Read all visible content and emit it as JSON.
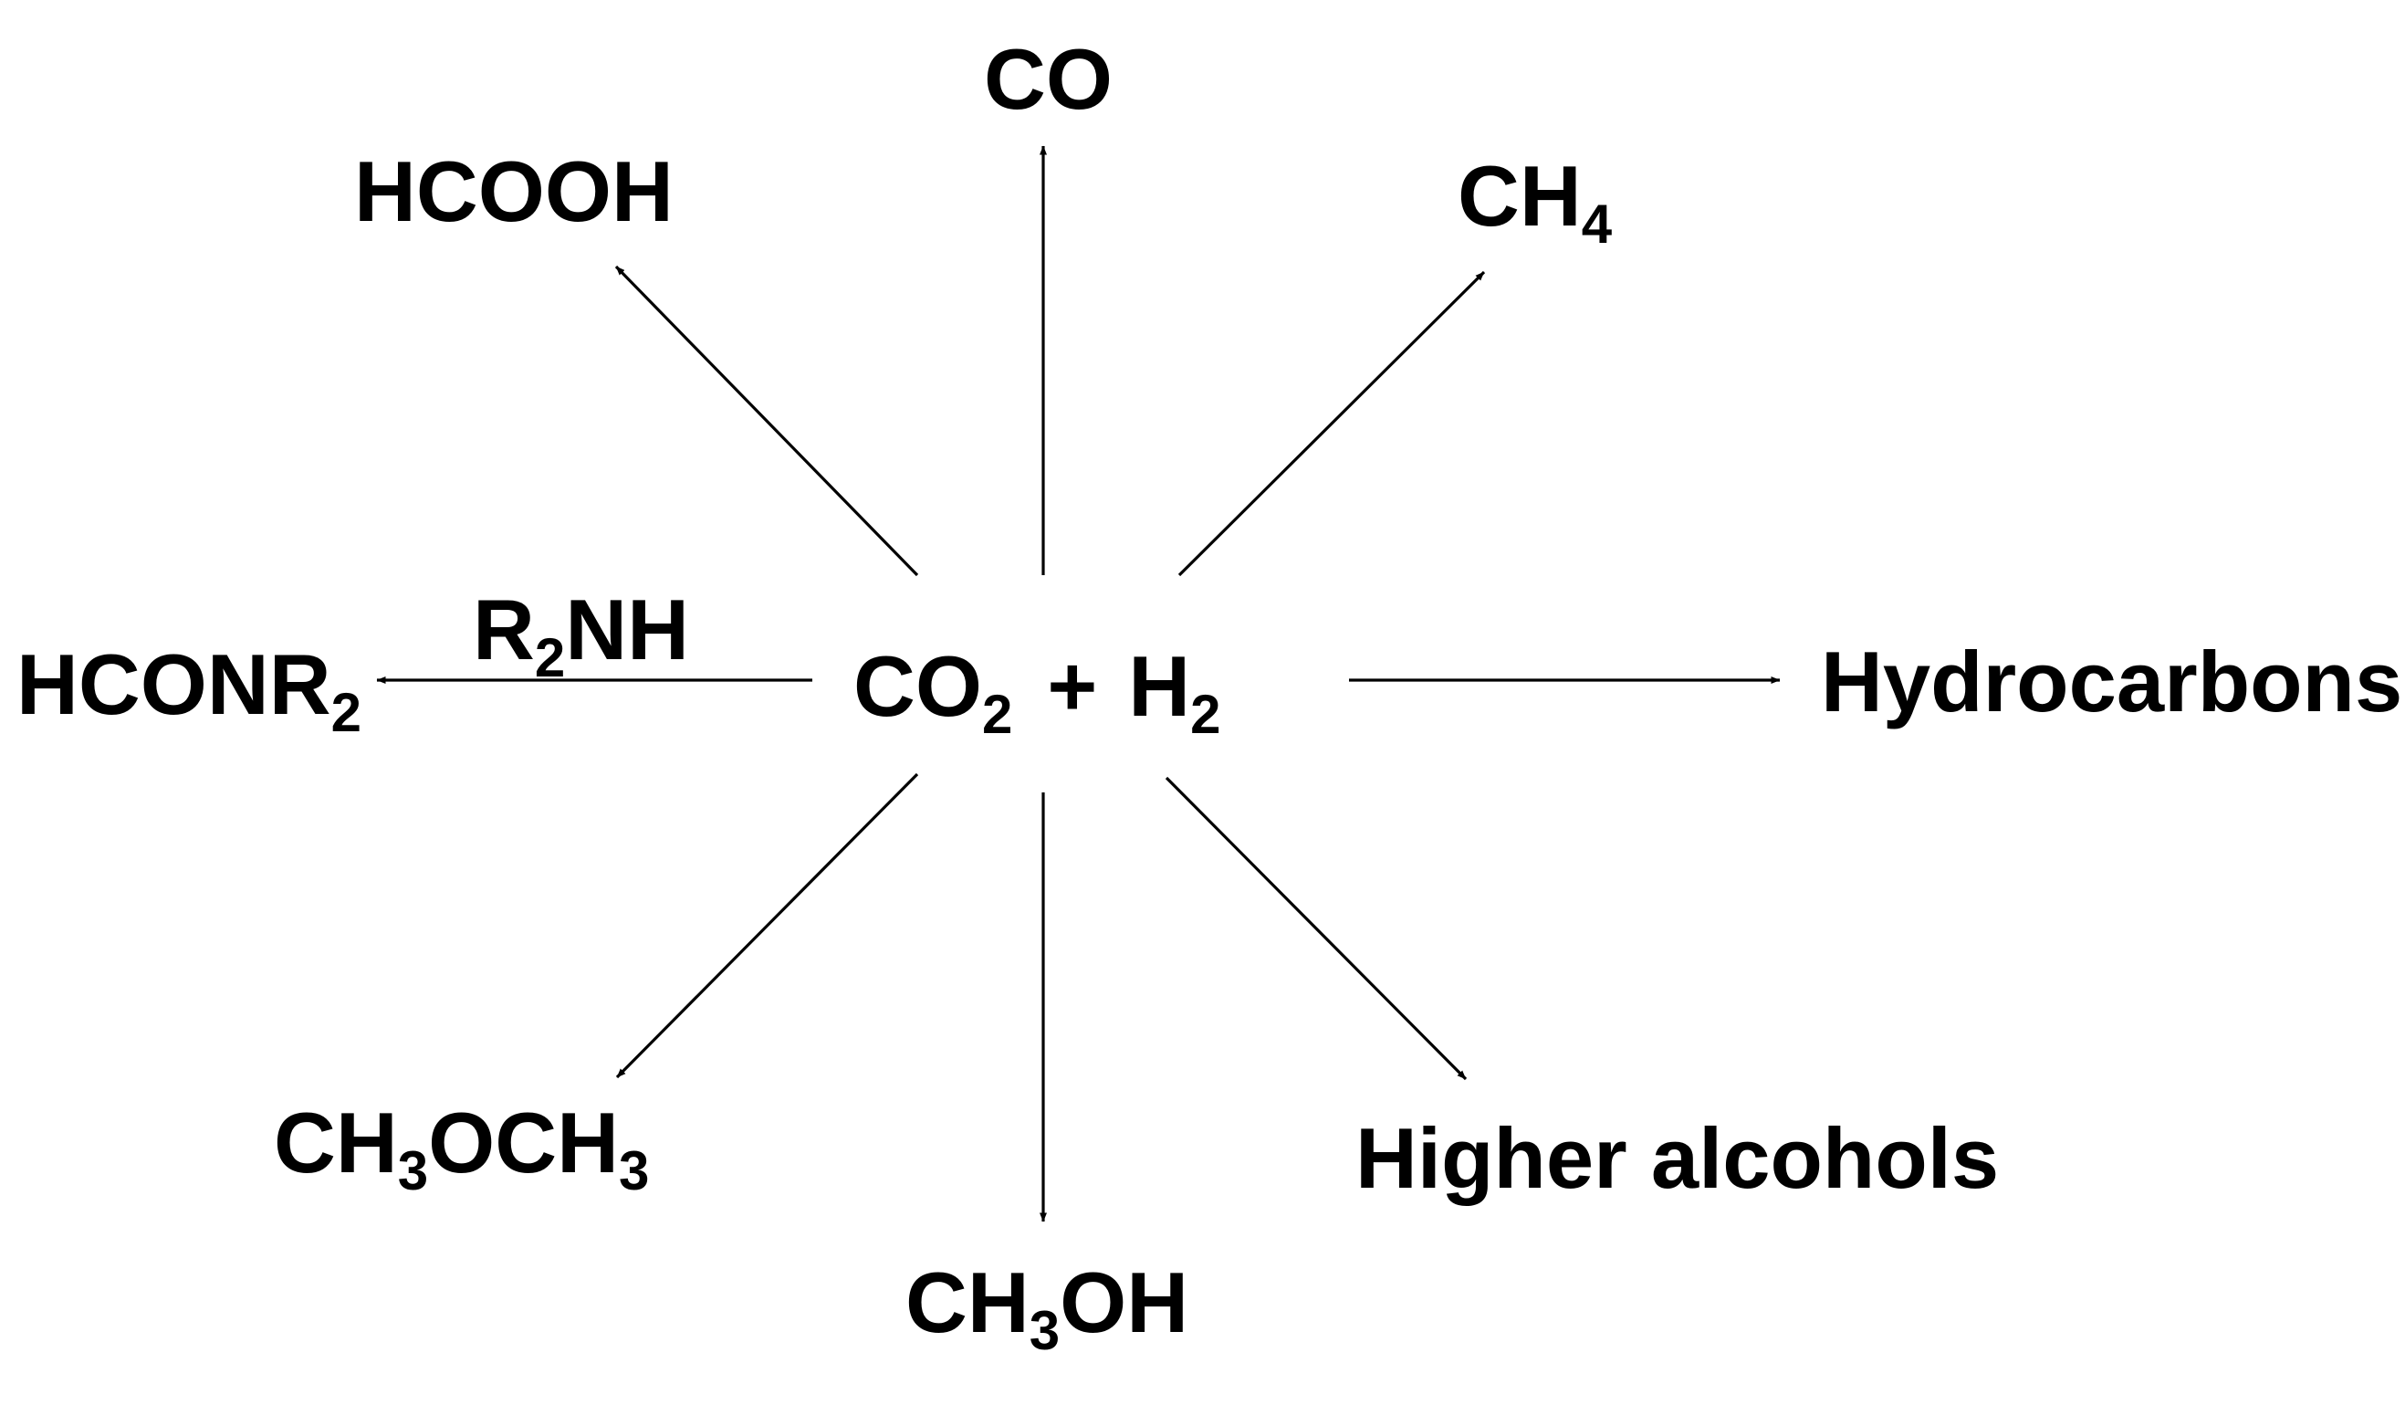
{
  "center": {
    "co2_base": "CO",
    "co2_sub": "2",
    "plus": "+",
    "h2_base": "H",
    "h2_sub": "2"
  },
  "products": {
    "co": "CO",
    "hcooh": "HCOOH",
    "ch4_base": "CH",
    "ch4_sub": "4",
    "hconr2_base": "HCONR",
    "hconr2_sub": "2",
    "r2nh_r": "R",
    "r2nh_sub": "2",
    "r2nh_rest": "NH",
    "hydrocarbons": "Hydrocarbons",
    "dme_a": "CH",
    "dme_sub1": "3",
    "dme_b": "OCH",
    "dme_sub2": "3",
    "methanol_a": "CH",
    "methanol_sub": "3",
    "methanol_b": "OH",
    "higher_alcohols": "Higher alcohols"
  }
}
